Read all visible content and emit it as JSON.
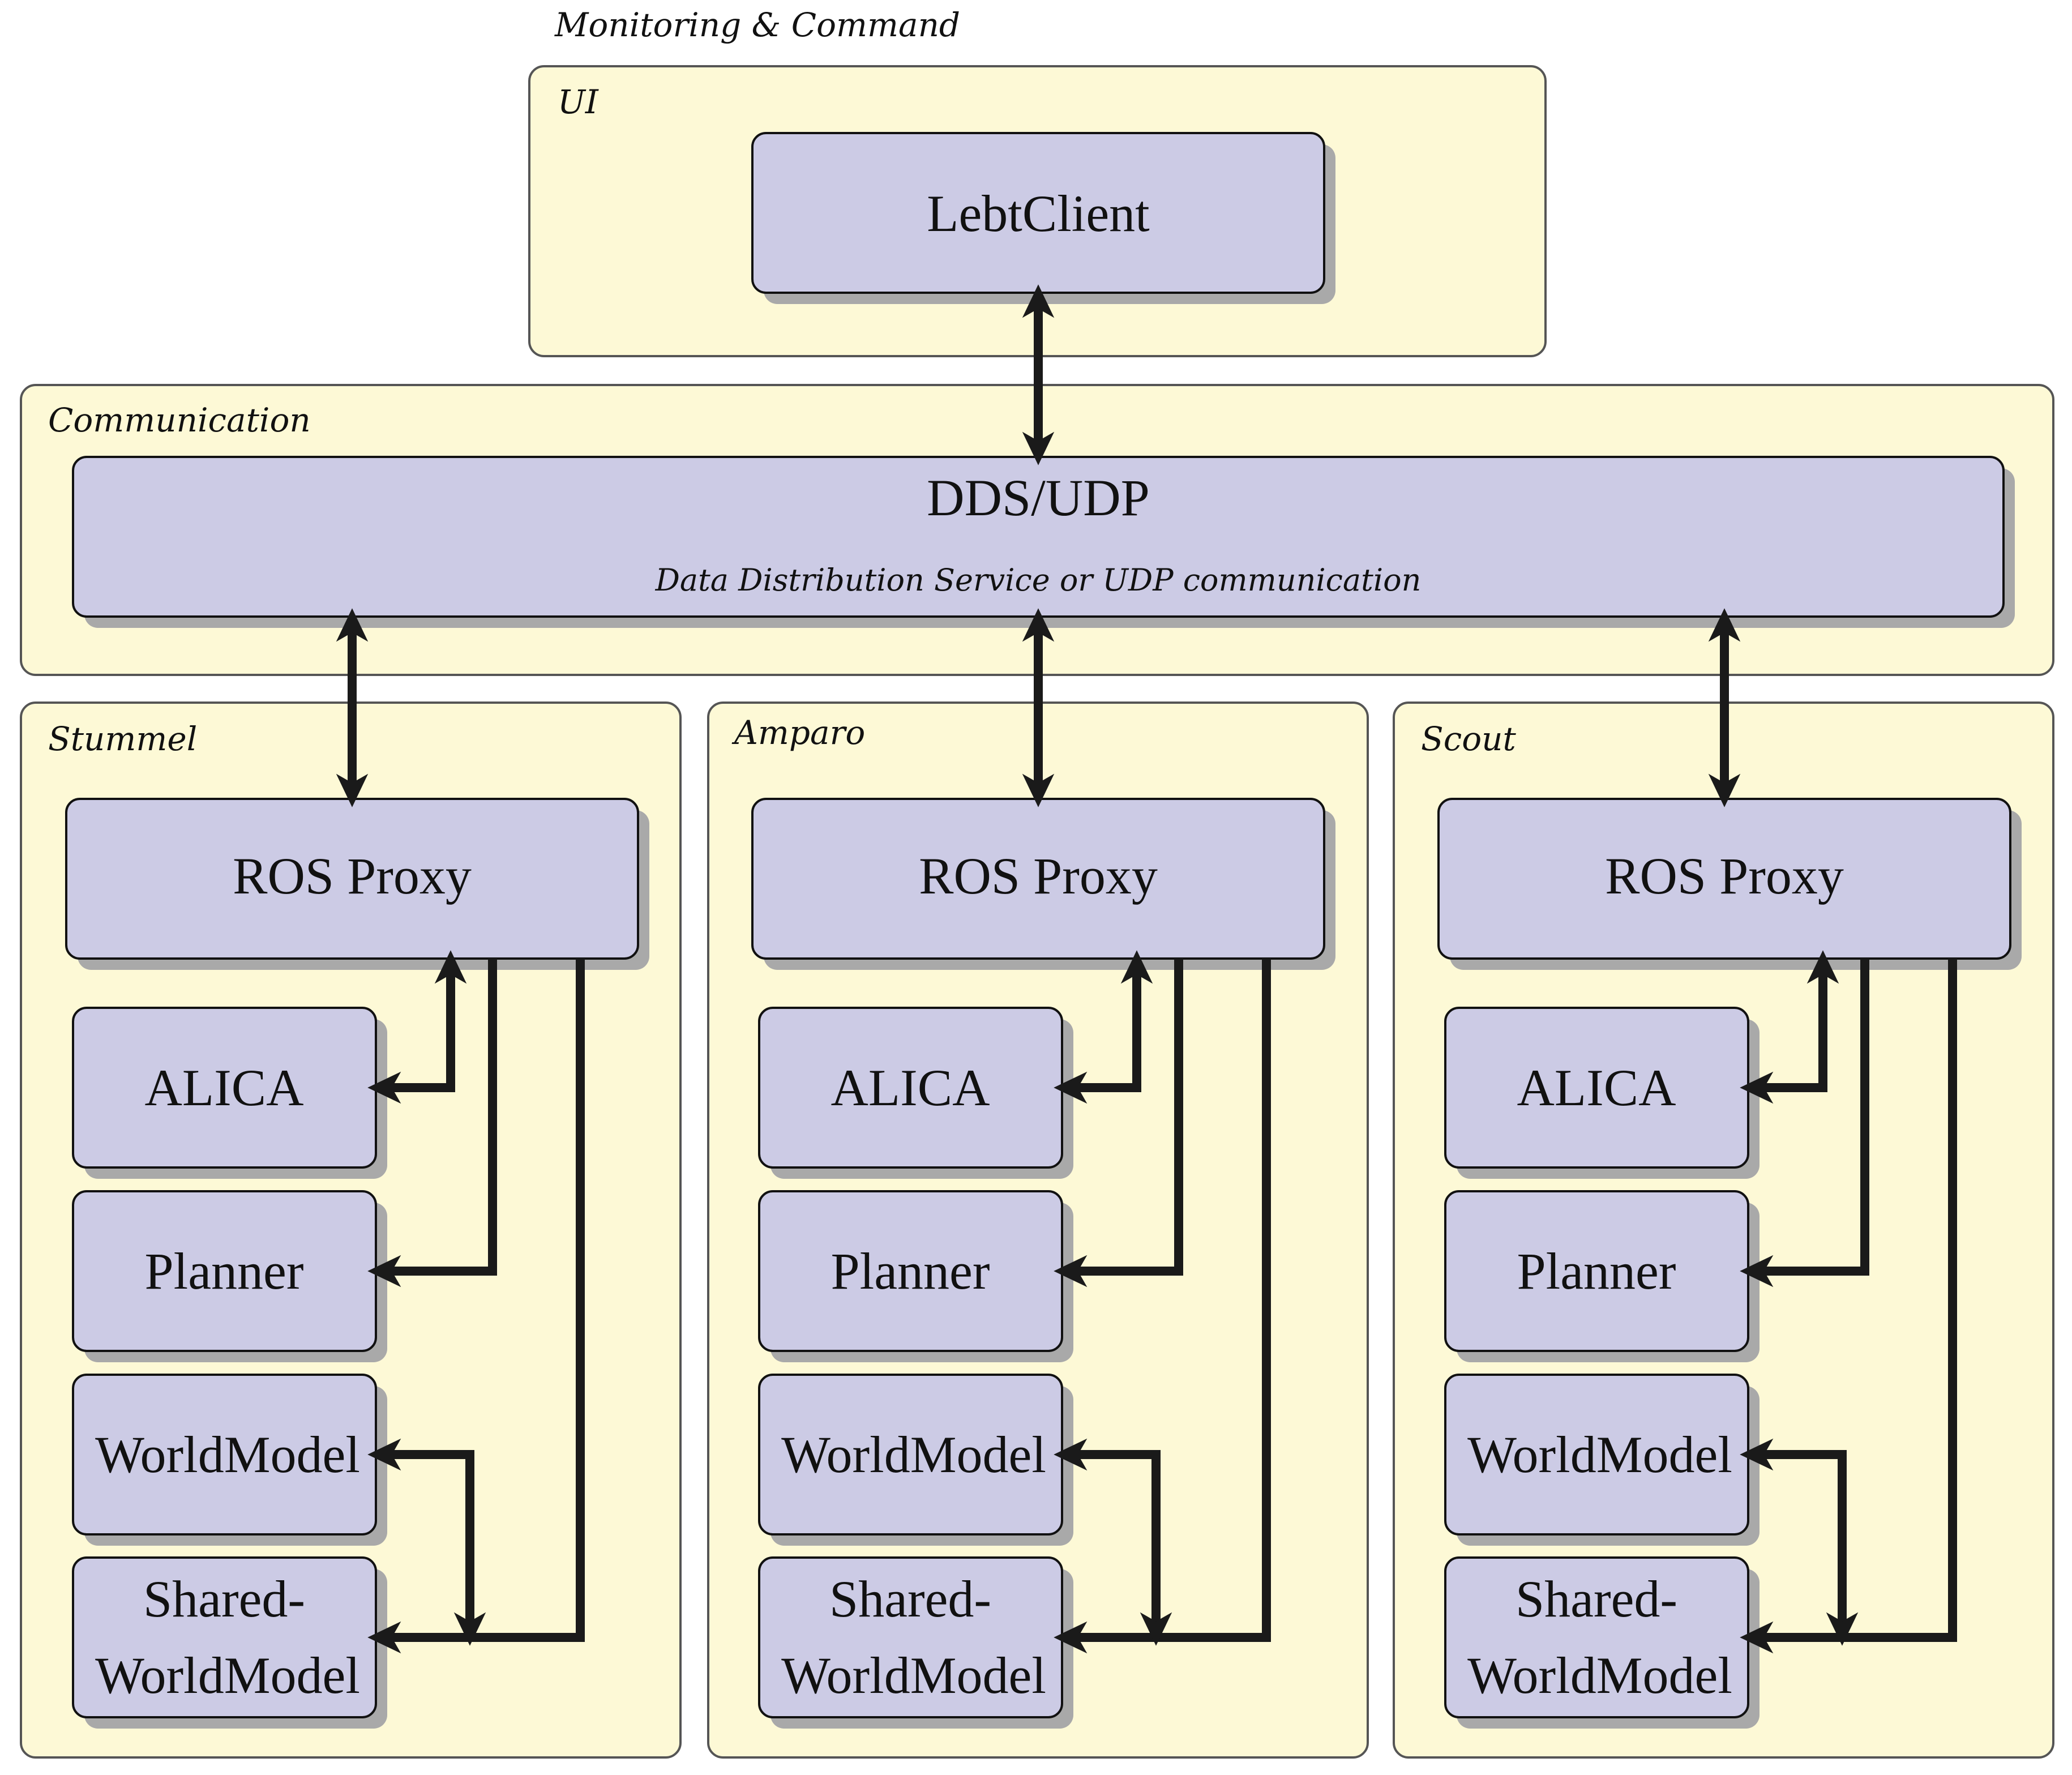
{
  "groups": {
    "monitoring": "Monitoring & Command",
    "ui": "UI",
    "communication": "Communication",
    "stummel": "Stummel",
    "amparo": "Amparo",
    "scout": "Scout"
  },
  "boxes": {
    "lebt_client": "LebtClient",
    "dds_udp": "DDS/UDP",
    "dds_udp_sub": "Data Distribution Service or UDP communication",
    "ros_proxy": "ROS Proxy",
    "alica": "ALICA",
    "planner": "Planner",
    "world_model": "WorldModel",
    "shared_world_model_line1": "Shared-",
    "shared_world_model_line2": "WorldModel"
  },
  "colors": {
    "group_fill": "#fdf9d6",
    "box_fill": "#cccbe5",
    "arrow": "#1a1a1a"
  }
}
